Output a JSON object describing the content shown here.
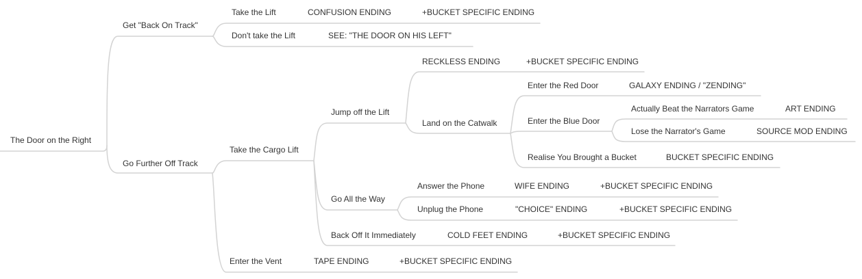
{
  "mindmap": {
    "root": "The Door on the Right",
    "back_on_track": {
      "label": "Get \"Back On Track\"",
      "take_lift": {
        "label": "Take the Lift",
        "ending": "CONFUSION ENDING",
        "extra": "+BUCKET SPECIFIC ENDING"
      },
      "dont_take_lift": {
        "label": "Don't take the Lift",
        "ending": "SEE: \"THE DOOR ON HIS LEFT\""
      }
    },
    "further_off_track": {
      "label": "Go Further Off Track",
      "cargo_lift": {
        "label": "Take the Cargo Lift",
        "jump_off": {
          "label": "Jump off the Lift",
          "reckless": {
            "label": "RECKLESS ENDING",
            "extra": "+BUCKET SPECIFIC ENDING"
          },
          "catwalk": {
            "label": "Land on the Catwalk",
            "red_door": {
              "label": "Enter the Red Door",
              "ending": "GALAXY ENDING / \"ZENDING\""
            },
            "blue_door": {
              "label": "Enter the Blue Door",
              "beat_game": {
                "label": "Actually Beat the Narrators Game",
                "ending": "ART ENDING"
              },
              "lose_game": {
                "label": "Lose the Narrator's Game",
                "ending": "SOURCE MOD ENDING"
              }
            },
            "bucket": {
              "label": "Realise You Brought a Bucket",
              "ending": "BUCKET SPECIFIC ENDING"
            }
          }
        },
        "all_the_way": {
          "label": "Go All the Way",
          "answer_phone": {
            "label": "Answer the Phone",
            "ending": "WIFE ENDING",
            "extra": "+BUCKET SPECIFIC ENDING"
          },
          "unplug_phone": {
            "label": "Unplug the Phone",
            "ending": "\"CHOICE\" ENDING",
            "extra": "+BUCKET SPECIFIC ENDING"
          }
        },
        "back_off": {
          "label": "Back Off It Immediately",
          "ending": "COLD FEET ENDING",
          "extra": "+BUCKET SPECIFIC ENDING"
        }
      },
      "vent": {
        "label": "Enter the Vent",
        "ending": "TAPE ENDING",
        "extra": "+BUCKET SPECIFIC ENDING"
      }
    },
    "colors": {
      "line": "#d3d3d3",
      "text": "#333333",
      "background": "#ffffff"
    }
  }
}
